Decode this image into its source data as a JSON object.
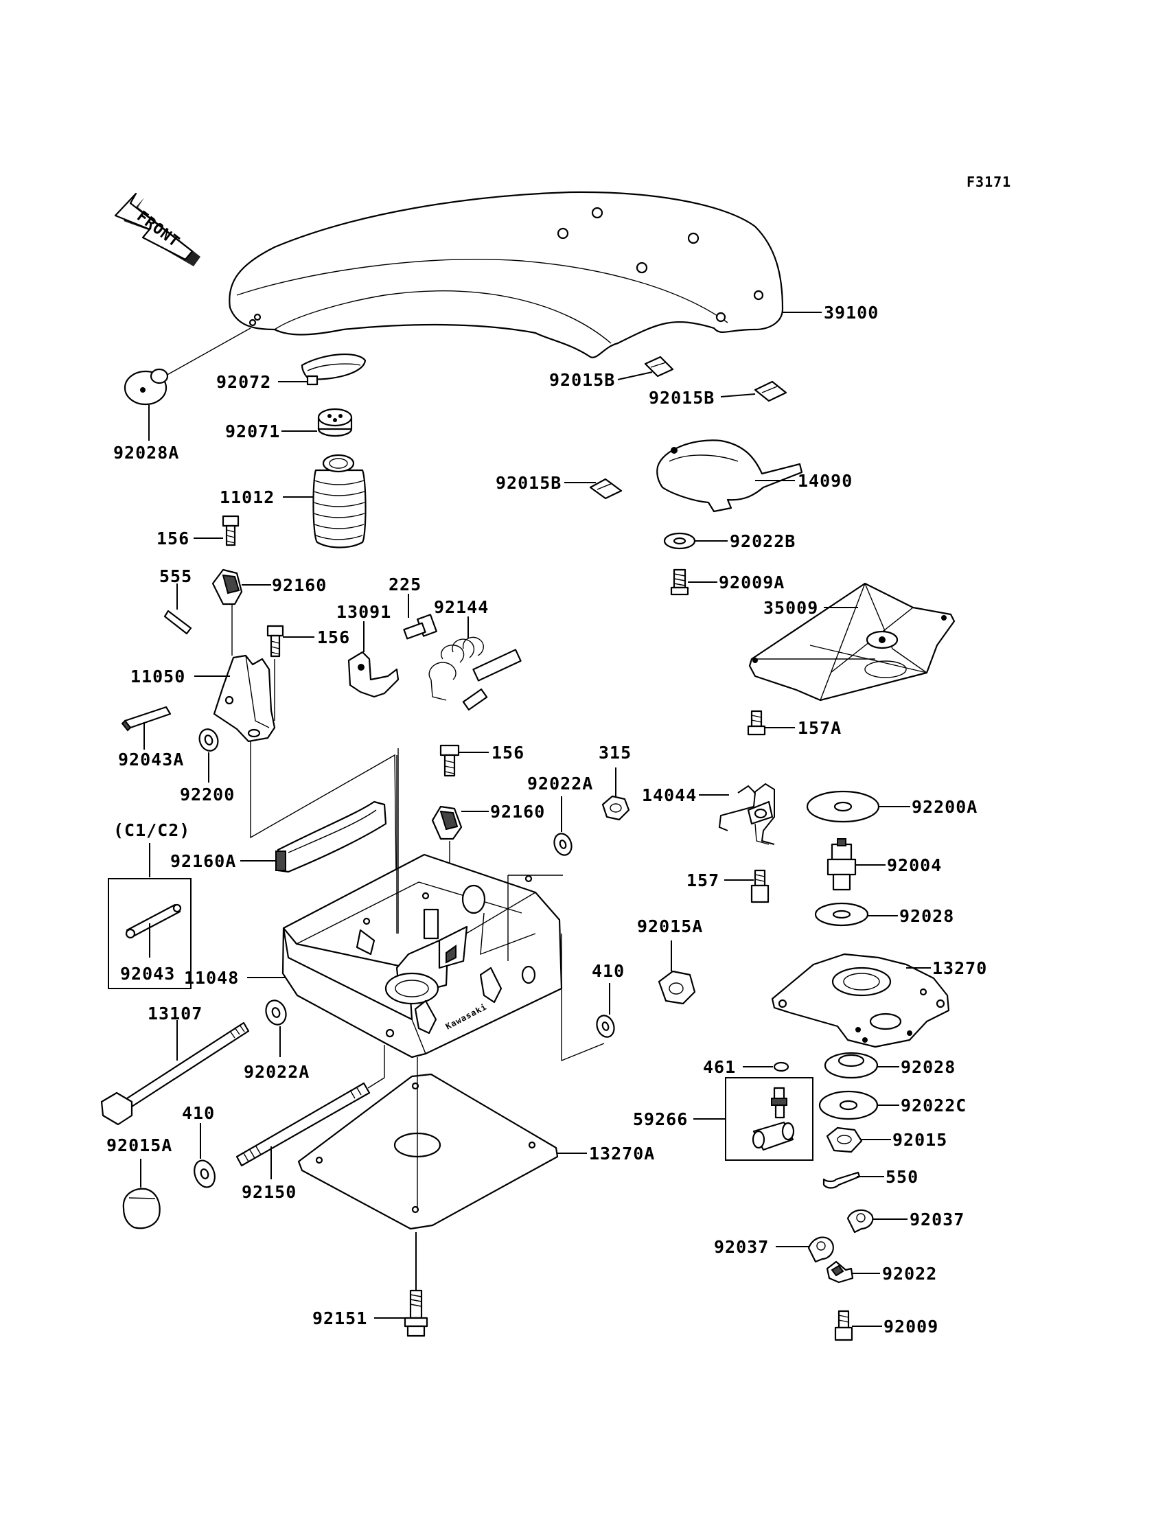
{
  "figure_id": "F3171",
  "front_label": "FRONT",
  "group_label": "(C1/C2)",
  "labels": {
    "p39100": "39100",
    "p92028A": "92028A",
    "p92072": "92072",
    "p92071": "92071",
    "p11012": "11012",
    "p156a": "156",
    "p92015B_1": "92015B",
    "p92015B_2": "92015B",
    "p92015B_3": "92015B",
    "p14090": "14090",
    "p92022B": "92022B",
    "p92009A": "92009A",
    "p35009": "35009",
    "p555": "555",
    "p92160a": "92160",
    "p225": "225",
    "p13091": "13091",
    "p92144": "92144",
    "p156b": "156",
    "p11050": "11050",
    "p92043A": "92043A",
    "p92200": "92200",
    "p157A": "157A",
    "p156c": "156",
    "p315": "315",
    "p92022A_1": "92022A",
    "p14044": "14044",
    "p92200A": "92200A",
    "p92160b": "92160",
    "p92160A": "92160A",
    "p92004": "92004",
    "p157": "157",
    "p92028_1": "92028",
    "p92043": "92043",
    "p11048": "11048",
    "p92015A_1": "92015A",
    "p13270": "13270",
    "p410_1": "410",
    "p13107": "13107",
    "p92022A_2": "92022A",
    "p461": "461",
    "p92028_2": "92028",
    "p59266": "59266",
    "p92022C": "92022C",
    "p410_2": "410",
    "p92015": "92015",
    "p92015A_2": "92015A",
    "p13270A": "13270A",
    "p92150": "92150",
    "p550": "550",
    "p92037_1": "92037",
    "p92037_2": "92037",
    "p92022": "92022",
    "p92151": "92151",
    "p92009": "92009"
  }
}
